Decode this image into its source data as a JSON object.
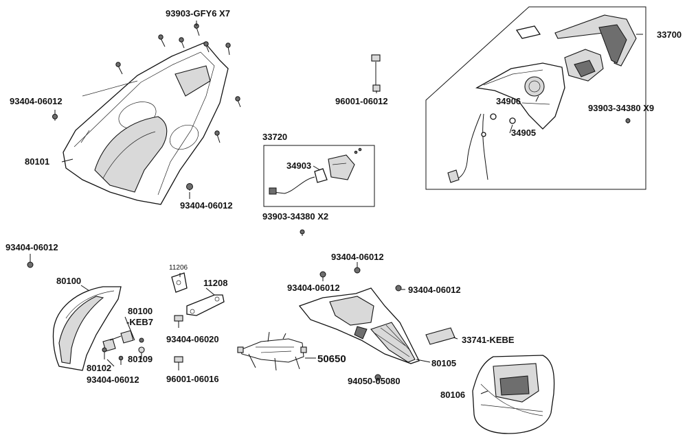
{
  "labels": {
    "l1": "93903-GFY6 X7",
    "l2": "93404-06012",
    "l3": "80101",
    "l4": "93404-06012",
    "l5": "96001-06012",
    "l6": "33720",
    "l7": "34903",
    "l8": "93903-34380 X2",
    "l9": "33700",
    "l10": "34906",
    "l11": "34905",
    "l12": "93903-34380 X9",
    "l13": "93404-06012",
    "l14": "80100",
    "l15": "80100",
    "l16": "-KEB7",
    "l17": "80109",
    "l18": "80102",
    "l19": "93404-06012",
    "l20": "11206",
    "l21": "11208",
    "l22": "93404-06020",
    "l23": "96001-06016",
    "l24": "50650",
    "l25": "93404-06012",
    "l26": "93404-06012",
    "l27": "93404-06012",
    "l28": "33741-KEBE",
    "l29": "80105",
    "l30": "94050-05080",
    "l31": "80106"
  }
}
